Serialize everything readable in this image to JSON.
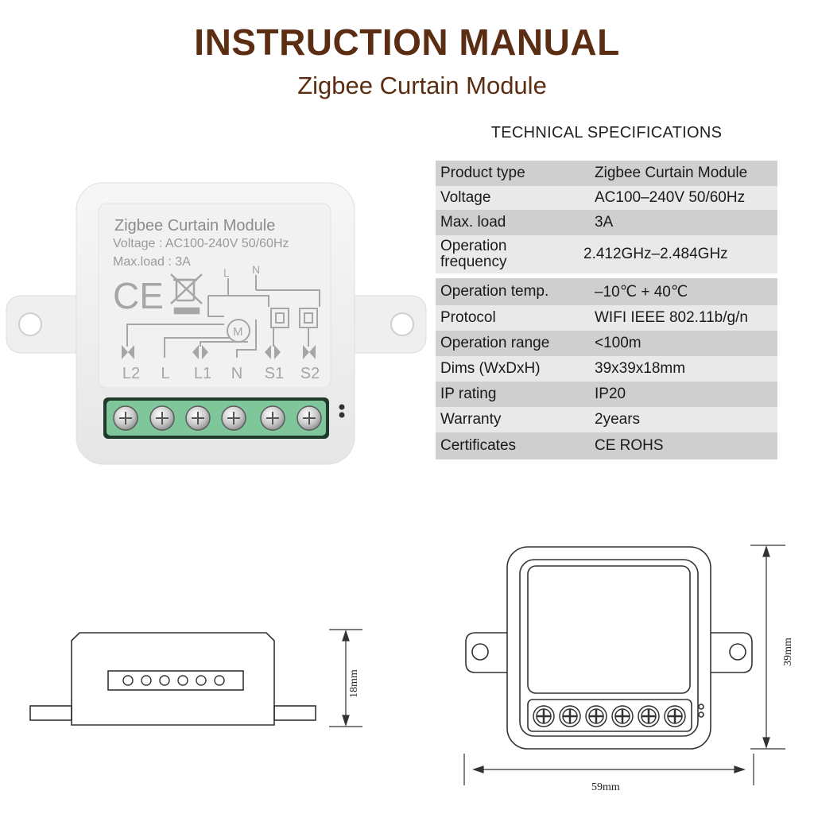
{
  "header": {
    "title": "INSTRUCTION MANUAL",
    "subtitle": "Zigbee Curtain Module"
  },
  "specs": {
    "heading": "TECHNICAL SPECIFICATIONS",
    "rows": [
      {
        "key": "Product type",
        "value": "Zigbee Curtain Module"
      },
      {
        "key": "Voltage",
        "value": "AC100–240V 50/60Hz"
      },
      {
        "key": "Max. load",
        "value": "3A"
      },
      {
        "key": "Operation frequency",
        "value": "2.412GHz–2.484GHz"
      },
      {
        "key": "Operation temp.",
        "value": "–10℃ + 40℃"
      },
      {
        "key": "Protocol",
        "value": "WIFI IEEE 802.11b/g/n"
      },
      {
        "key": "Operation range",
        "value": "<100m"
      },
      {
        "key": "Dims (WxDxH)",
        "value": "39x39x18mm"
      },
      {
        "key": "IP rating",
        "value": "IP20"
      },
      {
        "key": "Warranty",
        "value": "2years"
      },
      {
        "key": "Certificates",
        "value": "CE ROHS"
      }
    ]
  },
  "device": {
    "label_line1": "Zigbee Curtain Module",
    "label_line2": "Voltage : AC100-240V 50/60Hz",
    "label_line3": "Max.load : 3A",
    "ce_mark": "CE",
    "wire_top_l": "L",
    "wire_top_n": "N",
    "motor": "M",
    "terminals": [
      "L2",
      "L",
      "L1",
      "N",
      "S1",
      "S2"
    ]
  },
  "dimensions": {
    "height": "18mm",
    "depth": "39mm",
    "width": "59mm"
  },
  "colors": {
    "title": "#5b2d12",
    "terminal_green": "#7fc79a",
    "table_dark": "#cfcfcf",
    "table_light": "#e9e9e9"
  }
}
